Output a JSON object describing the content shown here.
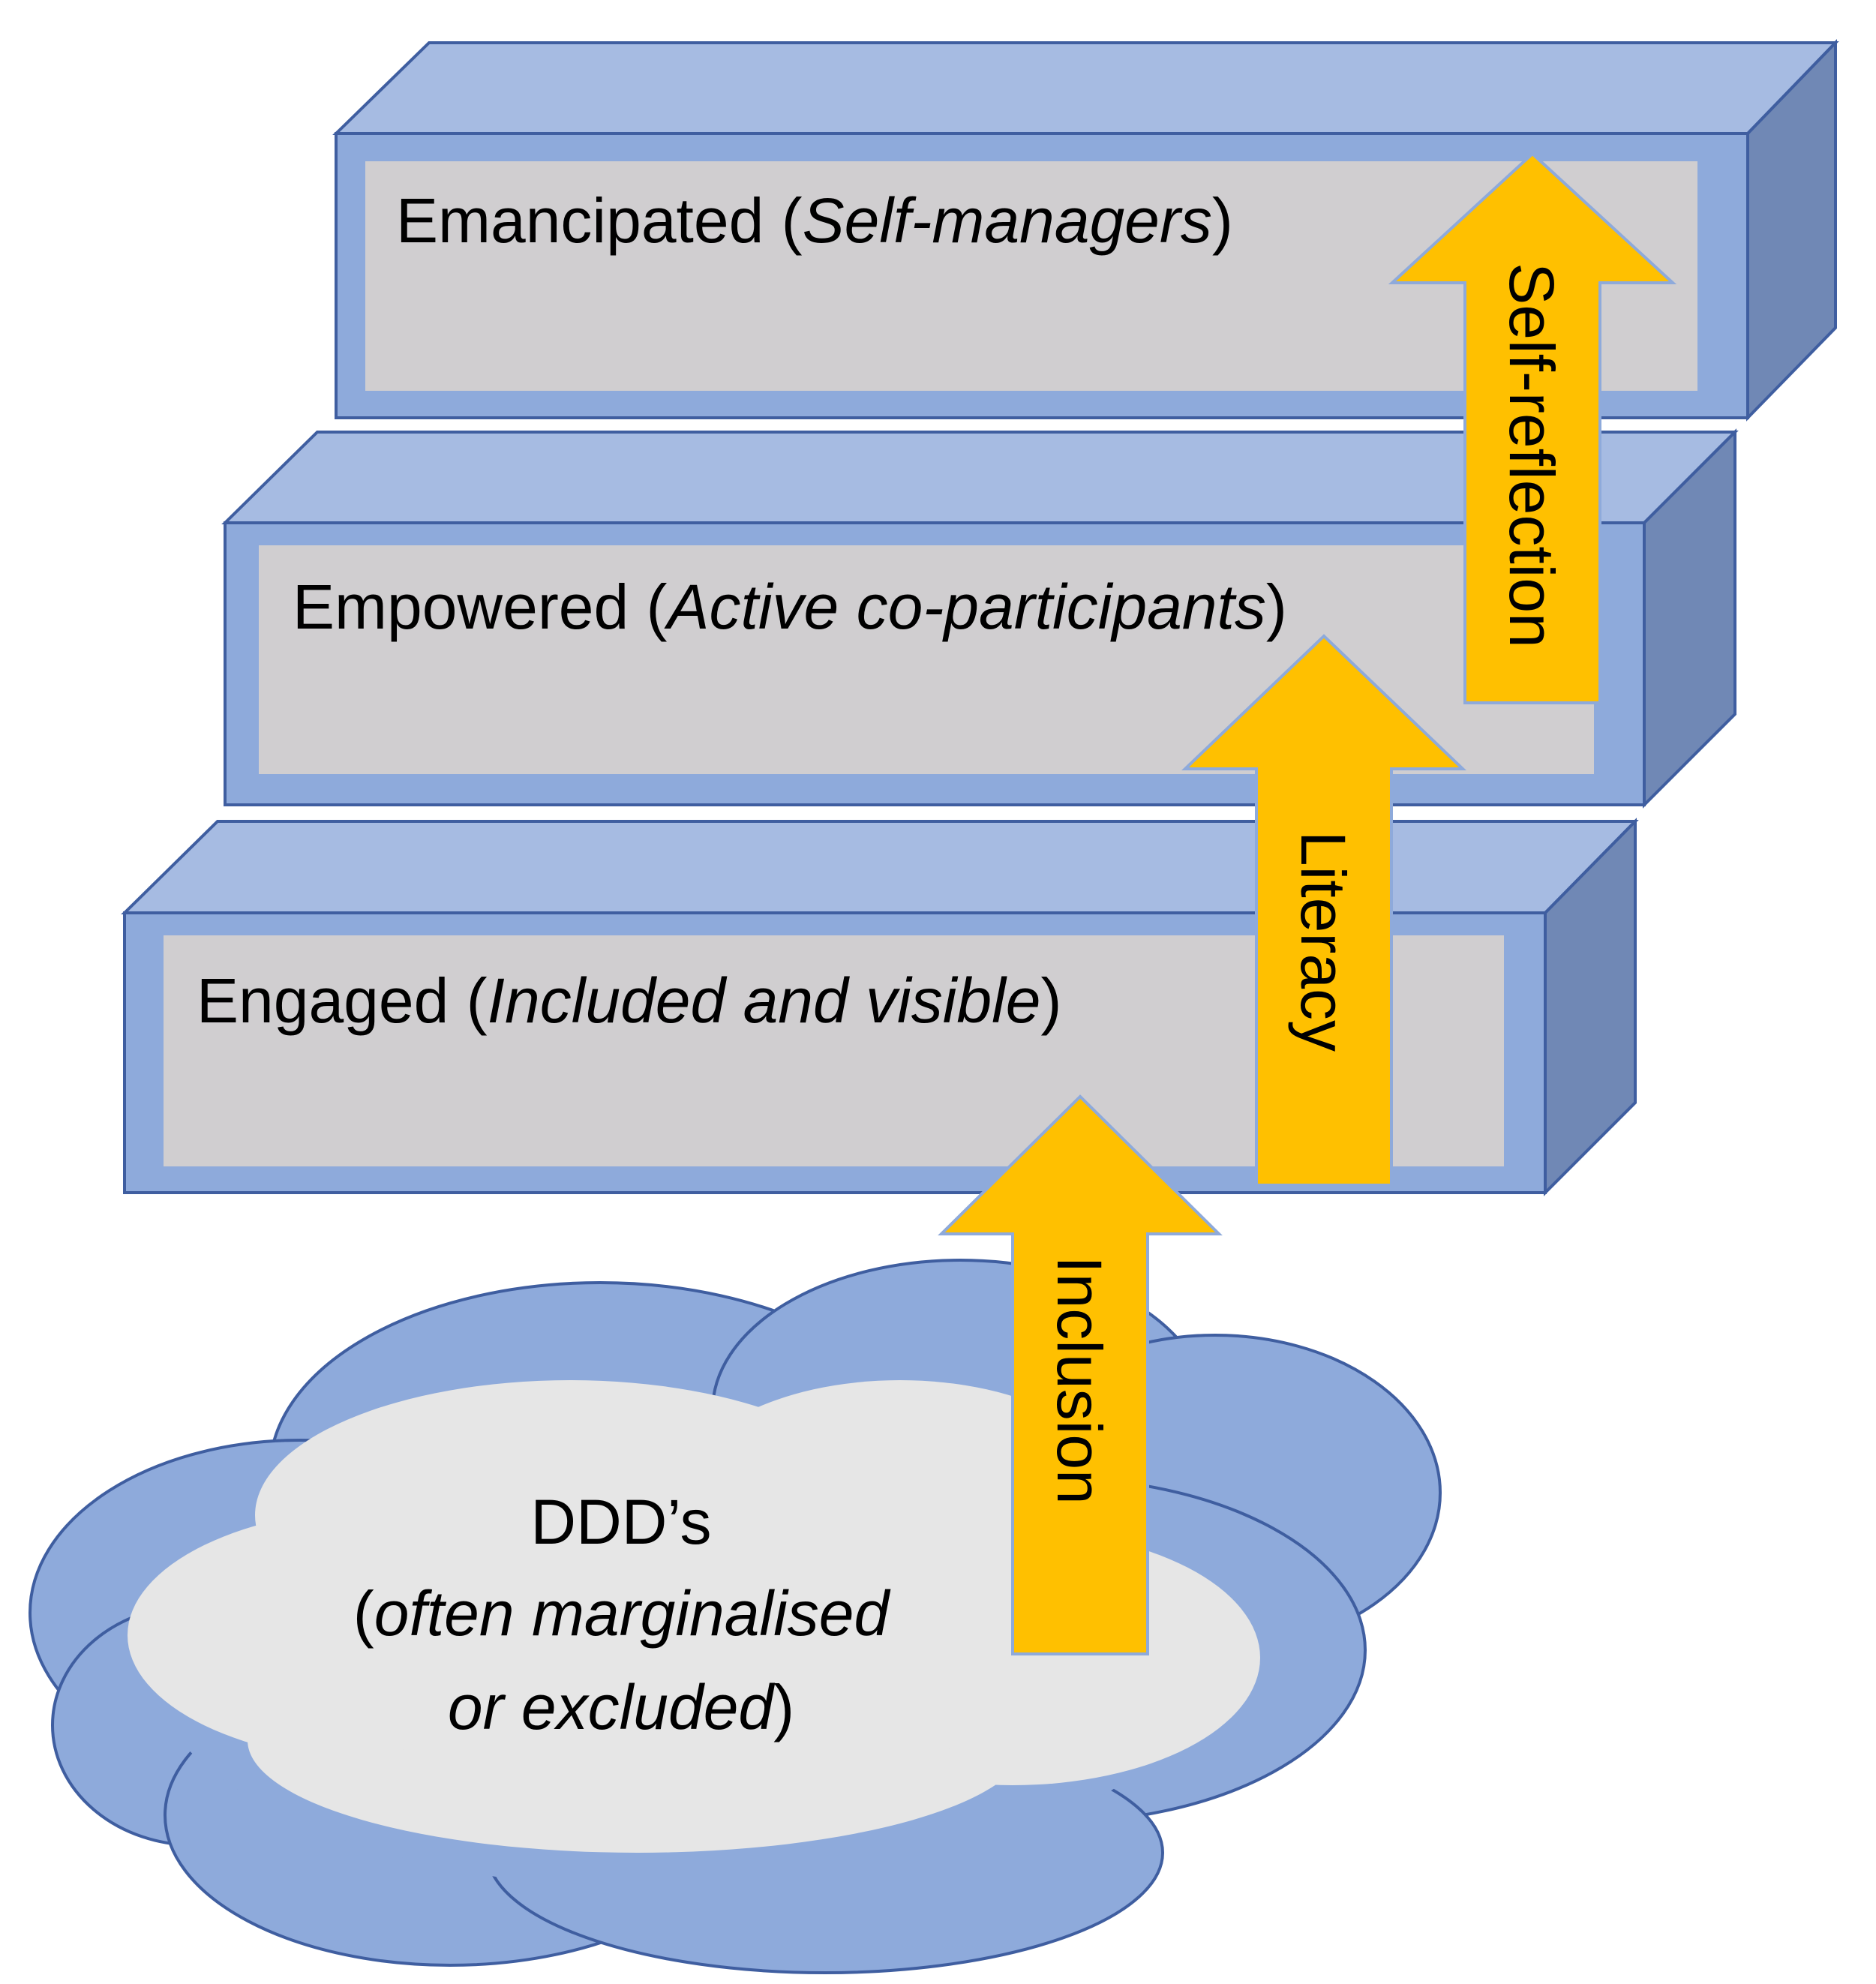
{
  "steps": [
    {
      "id": "emancipated",
      "label": "Emancipated",
      "qualifier": "Self-managers"
    },
    {
      "id": "empowered",
      "label": "Empowered",
      "qualifier": "Active co-participants"
    },
    {
      "id": "engaged",
      "label": "Engaged",
      "qualifier": "Included and visible"
    }
  ],
  "arrows": [
    {
      "id": "self-reflection",
      "label": "Self-reflection"
    },
    {
      "id": "literacy",
      "label": "Literacy"
    },
    {
      "id": "inclusion",
      "label": "Inclusion"
    }
  ],
  "cloud": {
    "title": "DDD’s",
    "line2": "often marginalised",
    "line3": "or excluded"
  },
  "colors": {
    "block_front": "#8eaadb",
    "block_top": "#a6bbe2",
    "block_side": "#7088b5",
    "block_stroke": "#3f5ea0",
    "panel_fill": "#d0ced0",
    "arrow_fill": "#ffc000",
    "arrow_stroke": "#8eaadb",
    "cloud_outer": "#8eaadb",
    "cloud_inner": "#e6e6e6",
    "cloud_stroke": "#3f5ea0"
  }
}
